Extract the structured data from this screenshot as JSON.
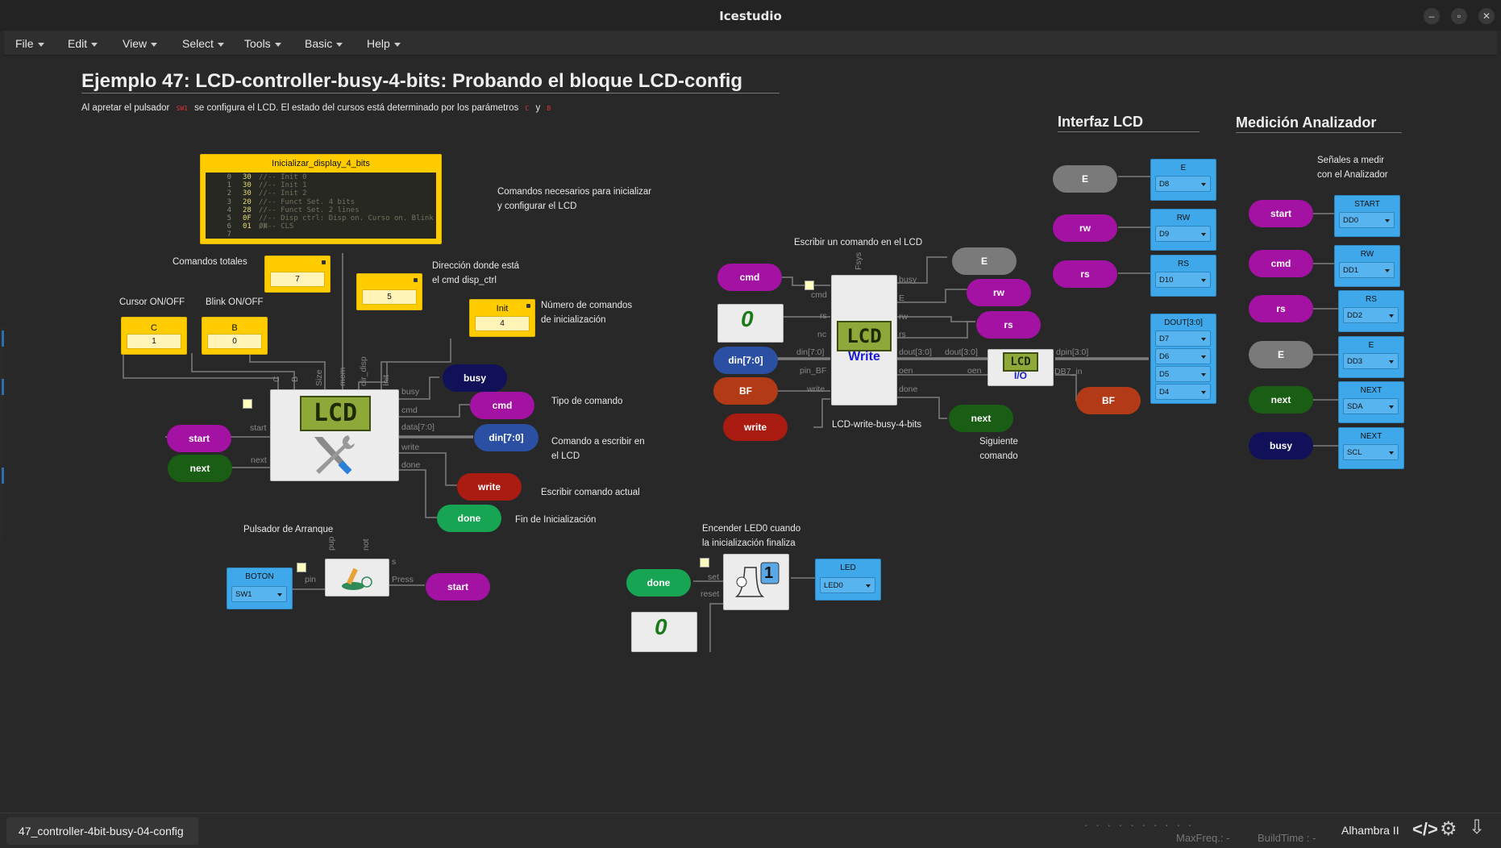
{
  "window": {
    "title": "Icestudio"
  },
  "menu": [
    "File",
    "Edit",
    "View",
    "Select",
    "Tools",
    "Basic",
    "Help"
  ],
  "header": {
    "title": "Ejemplo 47: LCD-controller-busy-4-bits: Probando el bloque LCD-config",
    "desc_1": "Al apretar el pulsador",
    "desc_sw": "SW1",
    "desc_2": "se configura el LCD. El estado del cursos está determinado por los parámetros",
    "desc_c": "C",
    "desc_y": "y",
    "desc_b": "B"
  },
  "memory": {
    "title": "Inicializar_display_4_bits",
    "rows": [
      {
        "n": "0",
        "v": "30",
        "c": "//-- Init 0"
      },
      {
        "n": "1",
        "v": "30",
        "c": "//-- Init 1"
      },
      {
        "n": "2",
        "v": "30",
        "c": "//-- Init 2"
      },
      {
        "n": "3",
        "v": "20",
        "c": "//-- Funct Set. 4 bits"
      },
      {
        "n": "4",
        "v": "28",
        "c": "//-- Funct Set. 2 lines"
      },
      {
        "n": "5",
        "v": "0F",
        "c": "//-- Disp ctrl: Disp on. Curso on. Blink ON"
      },
      {
        "n": "6",
        "v": "01",
        "c": "//-- CLS"
      },
      {
        "n": "7",
        "v": "",
        "c": ""
      }
    ]
  },
  "notes": {
    "cmd_init": "Comandos necesarios para inicializar\ny configurar el LCD",
    "cmd_totales": "Comandos totales",
    "direccion": "Dirección donde está\nel cmd disp_ctrl",
    "cursor": "Cursor ON/OFF",
    "blink": "Blink ON/OFF",
    "num_cmds": "Número de comandos\nde inicialización",
    "tipo": "Tipo de comando",
    "comando_escribir": "Comando a escribir en\nel LCD",
    "escribir_actual": "Escribir comando actual",
    "fin_init": "Fin de Inicialización",
    "pulsador": "Pulsador de Arranque",
    "escribir_lcd": "Escribir un comando en el LCD",
    "lcd_write_busy": "LCD-write-busy-4-bits",
    "siguiente": "Siguiente\ncomando",
    "encender": "Encender LED0 cuando\nla inicialización finaliza",
    "senales": "Señales a medir\ncon el Analizador"
  },
  "sections": {
    "interfaz": "Interfaz LCD",
    "medicion": "Medición Analizador"
  },
  "constants": {
    "total": {
      "label": "",
      "value": "7"
    },
    "dir": {
      "label": "",
      "value": "5"
    },
    "c": {
      "label": "C",
      "value": "1"
    },
    "b": {
      "label": "B",
      "value": "0"
    },
    "init": {
      "label": "Init",
      "value": "4"
    }
  },
  "ports": {
    "config_in": [
      "C",
      "B",
      "Size",
      "mem",
      "dir_disp",
      "Init"
    ],
    "config_left": [
      "start",
      "next"
    ],
    "config_right": [
      "busy",
      "cmd",
      "data[7:0]",
      "write",
      "done"
    ],
    "write_top": "Fsys",
    "write_left": [
      "cmd",
      "rs",
      "nc",
      "din[7:0]",
      "pin_BF",
      "write"
    ],
    "write_right": [
      "busy",
      "E",
      "rw",
      "rs",
      "dout[3:0]",
      "oen",
      "done"
    ],
    "io_left": [
      "dout[3:0]",
      "oen"
    ],
    "io_right": [
      "dpin[3:0]",
      "DB7_in"
    ],
    "btn_top": [
      "pup",
      "not"
    ],
    "btn_left": "pin",
    "btn_right": [
      "s",
      "Press"
    ],
    "ff_left": [
      "set",
      "reset"
    ]
  },
  "labels": {
    "busy": "busy",
    "cmd": "cmd",
    "din": "din[7:0]",
    "write": "write",
    "done": "done",
    "start": "start",
    "next": "next",
    "E": "E",
    "rw": "rw",
    "rs": "rs",
    "BF": "BF",
    "lcd_write": "Write",
    "lcd_io": "I/O",
    "lcd_text": "LCD",
    "zero": "0",
    "one": "1"
  },
  "pins": {
    "boton": {
      "title": "BOTON",
      "value": "SW1"
    },
    "led": {
      "title": "LED",
      "value": "LED0"
    },
    "lcd": [
      {
        "title": "E",
        "value": "D8"
      },
      {
        "title": "RW",
        "value": "D9"
      },
      {
        "title": "RS",
        "value": "D10"
      }
    ],
    "dout": {
      "title": "DOUT[3:0]",
      "values": [
        "D7",
        "D6",
        "D5",
        "D4"
      ]
    },
    "analyzer": [
      {
        "title": "START",
        "value": "DD0"
      },
      {
        "title": "RW",
        "value": "DD1"
      },
      {
        "title": "RS",
        "value": "DD2"
      },
      {
        "title": "E",
        "value": "DD3"
      },
      {
        "title": "NEXT",
        "value": "SDA"
      },
      {
        "title": "NEXT",
        "value": "SCL"
      }
    ]
  },
  "analyzer_inputs": [
    "start",
    "cmd",
    "rs",
    "E",
    "next",
    "busy"
  ],
  "lcd_inputs": [
    "E",
    "rw",
    "rs"
  ],
  "status": {
    "file": "47_controller-4bit-busy-04-config",
    "maxfreq": "MaxFreq.: -",
    "buildtime": "BuildTime : -",
    "board": "Alhambra II"
  },
  "colors": {
    "background": "#282828",
    "constant": "#ffcc00",
    "pin": "#3fa8ea",
    "magenta": "#a412a4"
  }
}
